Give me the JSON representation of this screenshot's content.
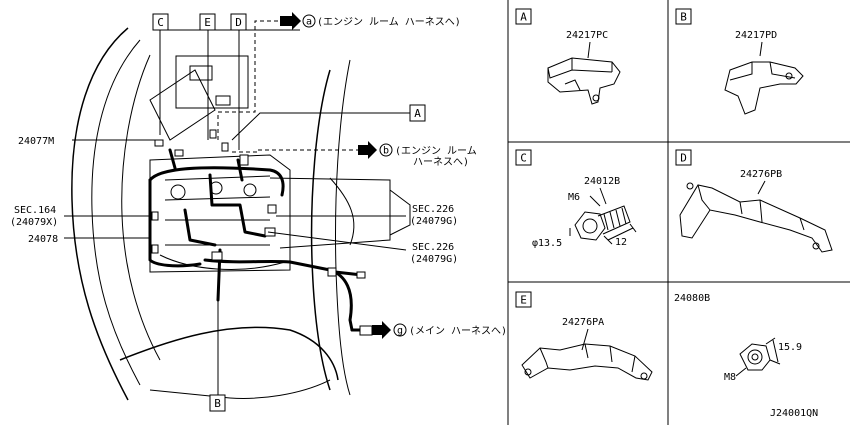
{
  "main_labels": {
    "p24077m": "24077M",
    "sec164": "SEC.164",
    "sec164_sub": "(24079X)",
    "p24078": "24078",
    "sec226a": "SEC.226",
    "sec226a_sub": "(24079G)",
    "sec226b": "SEC.226",
    "sec226b_sub": "(24079G)"
  },
  "callouts": {
    "c": "C",
    "e": "E",
    "d": "D",
    "a": "A",
    "b": "B"
  },
  "connectors": {
    "a_mark": "a",
    "a_text": "(エンジン ルーム ハーネスへ)",
    "b_mark": "b",
    "b_text_1": "(エンジン ルーム",
    "b_text_2": "ハーネスへ)",
    "g_mark": "g",
    "g_text": "(メイン ハーネスへ)"
  },
  "detail_panels": {
    "a": {
      "letter": "A",
      "part": "24217PC"
    },
    "b": {
      "letter": "B",
      "part": "24217PD"
    },
    "c": {
      "letter": "C",
      "part": "24012B",
      "m": "M6",
      "dia": "φ13.5",
      "len": "12"
    },
    "d": {
      "letter": "D",
      "part": "24276PB"
    },
    "e": {
      "letter": "E",
      "part": "24276PA"
    },
    "f": {
      "part": "24080B",
      "m": "M8",
      "dim": "15.9"
    }
  },
  "diagram_id": "J24001QN"
}
